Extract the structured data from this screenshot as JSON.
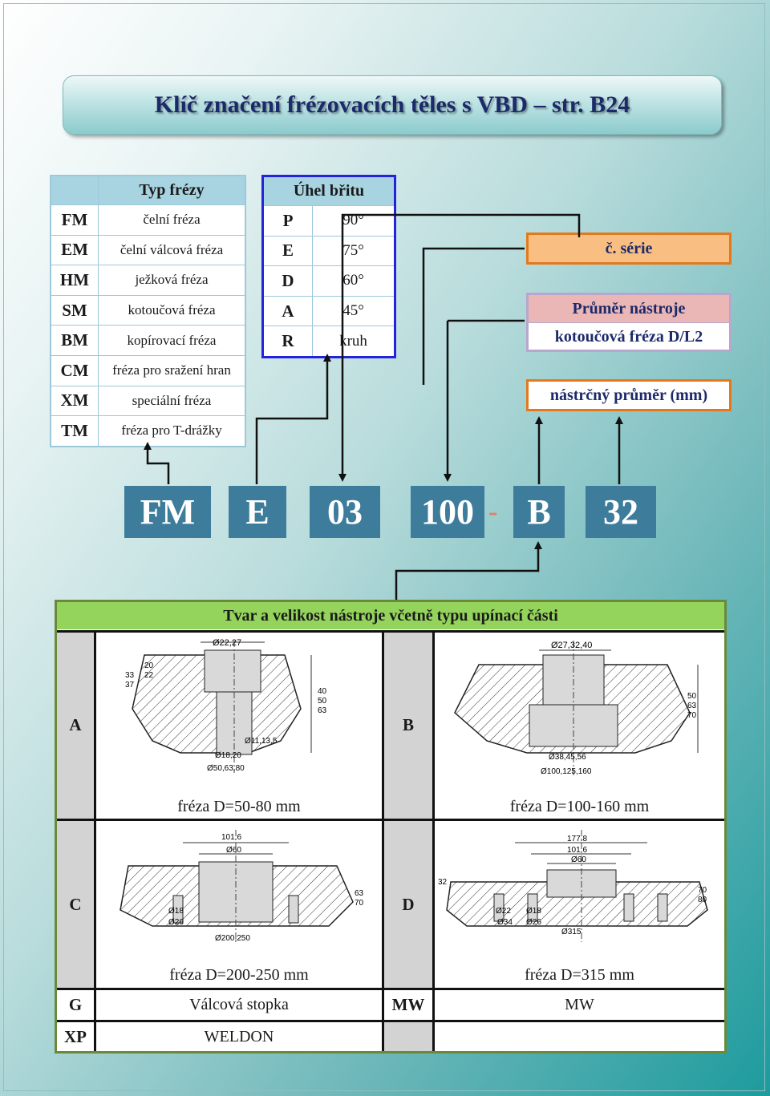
{
  "title": "Klíč značení frézovacích těles s VBD – str. B24",
  "typ_frezy": {
    "header": "Typ frézy",
    "rows": [
      {
        "code": "FM",
        "desc": "čelní fréza"
      },
      {
        "code": "EM",
        "desc": "čelní válcová fréza"
      },
      {
        "code": "HM",
        "desc": "ježková fréza"
      },
      {
        "code": "SM",
        "desc": "kotoučová fréza"
      },
      {
        "code": "BM",
        "desc": "kopírovací fréza"
      },
      {
        "code": "CM",
        "desc": "fréza pro sražení hran"
      },
      {
        "code": "XM",
        "desc": "speciální fréza"
      },
      {
        "code": "TM",
        "desc": "fréza pro T-drážky"
      }
    ]
  },
  "uhel_britu": {
    "header": "Úhel břitu",
    "rows": [
      {
        "code": "P",
        "value": "90°"
      },
      {
        "code": "E",
        "value": "75°"
      },
      {
        "code": "D",
        "value": "60°"
      },
      {
        "code": "A",
        "value": "45°"
      },
      {
        "code": "R",
        "value": "kruh"
      }
    ]
  },
  "serie": "č. série",
  "prumer": {
    "header": "Průměr nástroje",
    "body": "kotoučová fréza D/L2"
  },
  "nastrcny": "nástrčný průměr (mm)",
  "code": {
    "c1": "FM",
    "c2": "E",
    "c3": "03",
    "c4": "100",
    "dash": "-",
    "c5": "B",
    "c6": "32"
  },
  "shape_table": {
    "header": "Tvar a velikost nástroje včetně typu upínací části",
    "row1": {
      "label_a": "A",
      "label_b": "B",
      "cap_a": "fréza D=50-80 mm",
      "cap_b": "fréza D=100-160 mm"
    },
    "row2": {
      "label_c": "C",
      "label_d": "D",
      "cap_c": "fréza D=200-250 mm",
      "cap_d": "fréza D=315 mm"
    },
    "row3": {
      "label_g": "G",
      "text_g": "Válcová stopka",
      "label_mw": "MW",
      "text_mw": "MW"
    },
    "row4": {
      "label_xp": "XP",
      "text_xp": "WELDON"
    }
  },
  "drawings": {
    "a": {
      "d1": "Ø22,27",
      "h1": "33",
      "h2": "37",
      "h3": "20",
      "h4": "22",
      "r1": "40",
      "r2": "50",
      "r3": "63",
      "d2": "Ø11,13.5",
      "d3": "Ø18,20",
      "d4": "Ø50,63,80"
    },
    "b": {
      "d1": "Ø27,32,40",
      "r1": "50",
      "r2": "63",
      "r3": "70",
      "d2": "Ø38,45,56",
      "d3": "Ø100,125,160"
    },
    "c": {
      "d1": "101.6",
      "d2": "Ø60",
      "r1": "63",
      "r2": "70",
      "d3": "Ø18",
      "d4": "Ø26",
      "d5": "Ø200,250"
    },
    "d": {
      "d1": "177.8",
      "d2": "101.6",
      "d3": "Ø60",
      "l1": "32",
      "r1": "70",
      "r2": "80",
      "d4": "Ø22",
      "d5": "Ø18",
      "d6": "Ø34",
      "d7": "Ø26",
      "d8": "Ø315"
    }
  }
}
